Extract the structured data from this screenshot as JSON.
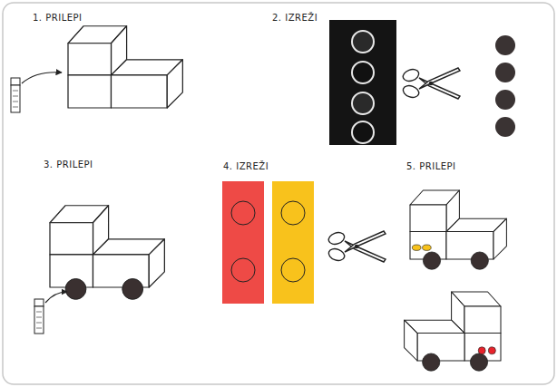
{
  "diagram": {
    "labels": [
      "1. PRILEPI",
      "2. IZREŽI",
      "3. PRILEPI",
      "4. IZREŽI",
      "5. PRILEPI"
    ]
  }
}
